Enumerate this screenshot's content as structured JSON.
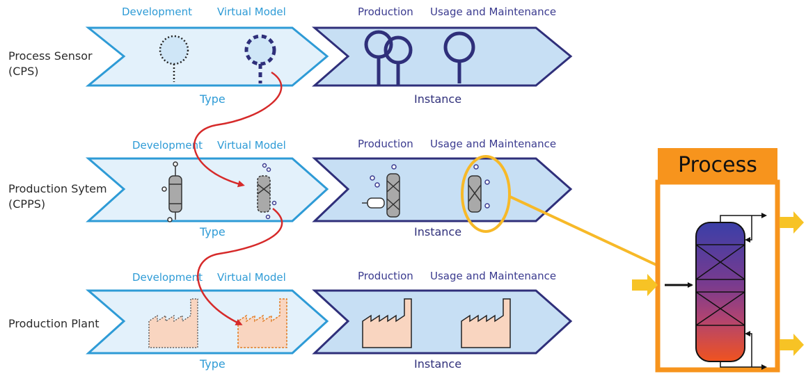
{
  "rows": [
    {
      "label_line1": "Process Sensor",
      "label_line2": "(CPS)",
      "phase_development": "Development",
      "phase_virtual": "Virtual Model",
      "phase_production": "Production",
      "phase_usage": "Usage and Maintenance",
      "type_label": "Type",
      "instance_label": "Instance"
    },
    {
      "label_line1": "Production Sytem",
      "label_line2": "(CPPS)",
      "phase_development": "Development",
      "phase_virtual": "Virtual Model",
      "phase_production": "Production",
      "phase_usage": "Usage and Maintenance",
      "type_label": "Type",
      "instance_label": "Instance"
    },
    {
      "label_line1": "Production Plant",
      "label_line2": "",
      "phase_development": "Development",
      "phase_virtual": "Virtual Model",
      "phase_production": "Production",
      "phase_usage": "Usage and Maintenance",
      "type_label": "Type",
      "instance_label": "Instance"
    }
  ],
  "process_panel": {
    "title": "Process"
  },
  "colors": {
    "type_band_fill": "#e3f1fb",
    "type_band_stroke": "#2e9bd6",
    "instance_band_fill": "#c7dff4",
    "instance_band_stroke": "#2f2f7a",
    "flow_arrow": "#d62a2a",
    "highlight": "#f7b928",
    "process_accent": "#f7941d",
    "column_top": "#3b3fa8",
    "column_bottom": "#f0531f",
    "io_arrow": "#f7c325"
  },
  "icons": [
    "sensor-dotted-icon",
    "sensor-dashed-icon",
    "sensor-instance-icon",
    "column-icon",
    "factory-icon",
    "process-column-icon"
  ]
}
